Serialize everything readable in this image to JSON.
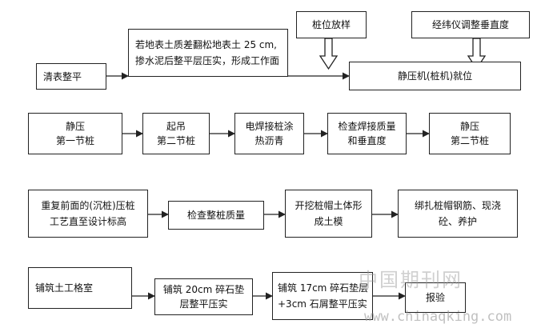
{
  "nodes": {
    "clear_level": [
      "清表整平"
    ],
    "work_surface": [
      "若地表土质差翻松地表土 25 cm,",
      "掺水泥后整平层压实，形成工作面"
    ],
    "pile_layout": [
      "桩位放样"
    ],
    "theodolite": [
      "经纬仪调整垂直度"
    ],
    "machine_position": [
      "静压机(桩机)就位"
    ],
    "press_first": [
      "静压",
      "第一节桩"
    ],
    "lift_second": [
      "起吊",
      "第二节桩"
    ],
    "weld_coat": [
      "电焊接桩涂",
      "热沥青"
    ],
    "check_weld": [
      "检查焊接质量",
      "和垂直度"
    ],
    "press_second": [
      "静压",
      "第二节桩"
    ],
    "repeat_press": [
      "重复前面的(沉桩)压桩",
      "工艺直至设计标高"
    ],
    "check_pile": [
      "检查整桩质量"
    ],
    "excavate_cap": [
      "开挖桩帽土体形",
      "成土模"
    ],
    "rebar_cast": [
      "绑扎桩帽钢筋、现浇",
      "砼、养护"
    ],
    "build_grid": [
      "铺筑土工格室"
    ],
    "gravel_20": [
      "铺筑 20cm 碎石垫",
      "层整平压实"
    ],
    "gravel_17": [
      "铺筑 17cm 碎石垫层",
      "+3cm 石屑整平压实"
    ],
    "report": [
      "报验"
    ]
  },
  "watermark": {
    "cn": "中国期刊网",
    "url": "www.chinaqking.com"
  }
}
